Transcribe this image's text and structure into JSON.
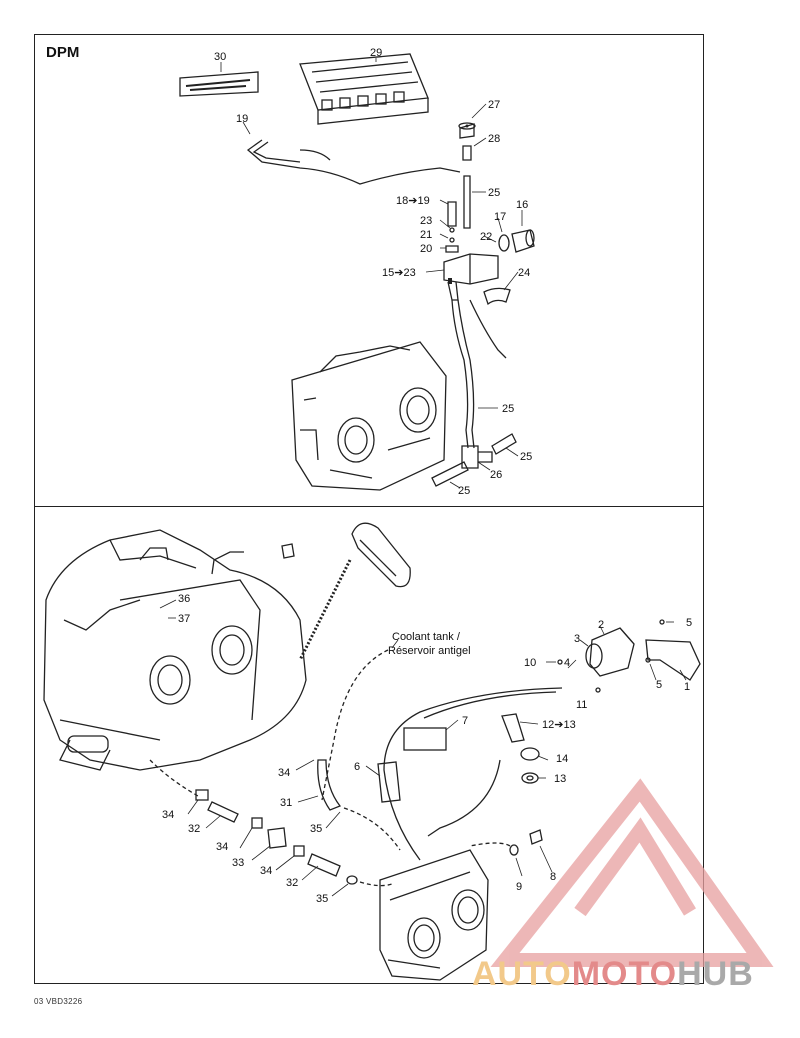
{
  "diagram": {
    "section_top_title": "DPM",
    "coolant_note_line1": "Coolant tank /",
    "coolant_note_line2": "Réservoir antigel",
    "reference_code": "03 VBD3226",
    "callouts": {
      "c30": "30",
      "c29": "29",
      "c27": "27",
      "c28": "28",
      "c19": "19",
      "c25a": "25",
      "c18_19": "18➔19",
      "c23": "23",
      "c21": "21",
      "c20": "20",
      "c22": "22",
      "c17": "17",
      "c16": "16",
      "c15_23": "15➔23",
      "c24": "24",
      "c25b": "25",
      "c25c": "25",
      "c26": "26",
      "c25d": "25",
      "c36": "36",
      "c37": "37",
      "c5a": "5",
      "c2": "2",
      "c3": "3",
      "c10": "10",
      "c4": "4",
      "c5b": "5",
      "c1": "1",
      "c11": "11",
      "c7": "7",
      "c12_13": "12➔13",
      "c14": "14",
      "c13": "13",
      "c6": "6",
      "c34a": "34",
      "c31": "31",
      "c35a": "35",
      "c34b": "34",
      "c32a": "32",
      "c34c": "34",
      "c33": "33",
      "c34d": "34",
      "c32b": "32",
      "c35b": "35",
      "c9": "9",
      "c8": "8"
    }
  },
  "watermark": {
    "part1": "AUTO",
    "part2": "MOTO",
    "part3": "HUB",
    "colors": {
      "auto": "#f2c98a",
      "moto": "#e38a8a",
      "hub": "#a9a9a9",
      "triangle": "#e8a0a0"
    }
  }
}
